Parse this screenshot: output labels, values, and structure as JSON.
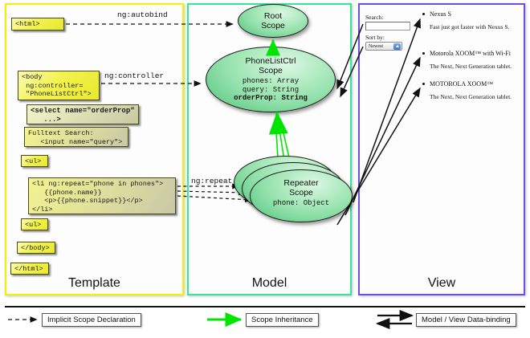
{
  "diagram": {
    "title": "AngularJS Template / Model / View data-binding overview",
    "colors": {
      "template_border": "#f2f200",
      "model_border": "#3ae39a",
      "view_border": "#6a4fe0",
      "scope_fill": "#8fdfa8",
      "inheritance_arrow": "#00e500",
      "code_box": "#f2f24d"
    }
  },
  "columns": {
    "template": {
      "label": "Template"
    },
    "model": {
      "label": "Model"
    },
    "view": {
      "label": "View"
    }
  },
  "template": {
    "boxes": [
      {
        "id": "html-open",
        "text": "<html>"
      },
      {
        "id": "body-open",
        "text": "<body\n ng:controller=\n \"PhoneListCtrl\">"
      },
      {
        "id": "select",
        "text": "<select name=\"orderProp\"\n   ...>"
      },
      {
        "id": "search",
        "text": "Fulltext Search:\n   <input name=\"query\">"
      },
      {
        "id": "ul-open",
        "text": "<ul>"
      },
      {
        "id": "li-repeat",
        "text": "<li ng:repeat=\"phone in phones\">\n   {{phone.name}}\n   <p>{{phone.snippet}}</p>\n</li>"
      },
      {
        "id": "ul-close",
        "text": "<ul>"
      },
      {
        "id": "body-close",
        "text": "</body>"
      },
      {
        "id": "html-close",
        "text": "</html>"
      }
    ]
  },
  "connectors": {
    "autobind": "ng:autobind",
    "controller": "ng:controller",
    "repeat": "ng:repeat"
  },
  "model": {
    "scopes": [
      {
        "id": "root-scope",
        "title_line1": "Root",
        "title_line2": "Scope",
        "props": []
      },
      {
        "id": "phonelistctrl-scope",
        "title_line1": "PhoneListCtrl",
        "title_line2": "Scope",
        "props": [
          {
            "text": "phones: Array",
            "bold": false
          },
          {
            "text": "query: String",
            "bold": false
          },
          {
            "text": "orderProp: String",
            "bold": true
          }
        ]
      },
      {
        "id": "repeater-scope",
        "title_line1": "Repeater",
        "title_line2": "Scope",
        "props": [
          {
            "text": "phone: Object",
            "bold": false
          }
        ]
      }
    ]
  },
  "view": {
    "search_label": "Search:",
    "search_value": "",
    "sort_label": "Sort by:",
    "sort_selected": "Newest",
    "phones": [
      {
        "name": "Nexus S",
        "snippet": "Fast just got faster with Nexus S."
      },
      {
        "name": "Motorola XOOM™ with Wi-Fi",
        "snippet": "The Next, Next Generation tablet."
      },
      {
        "name": "MOTOROLA XOOM™",
        "snippet": "The Next, Next Generation tablet."
      }
    ]
  },
  "legend": {
    "items": [
      {
        "id": "implicit-scope-declaration",
        "label": "Implicit Scope Declaration",
        "style": "dashed-arrow"
      },
      {
        "id": "scope-inheritance",
        "label": "Scope Inheritance",
        "style": "green-arrow"
      },
      {
        "id": "model-view-data-binding",
        "label": "Model / View Data-binding",
        "style": "double-arrow"
      }
    ]
  }
}
